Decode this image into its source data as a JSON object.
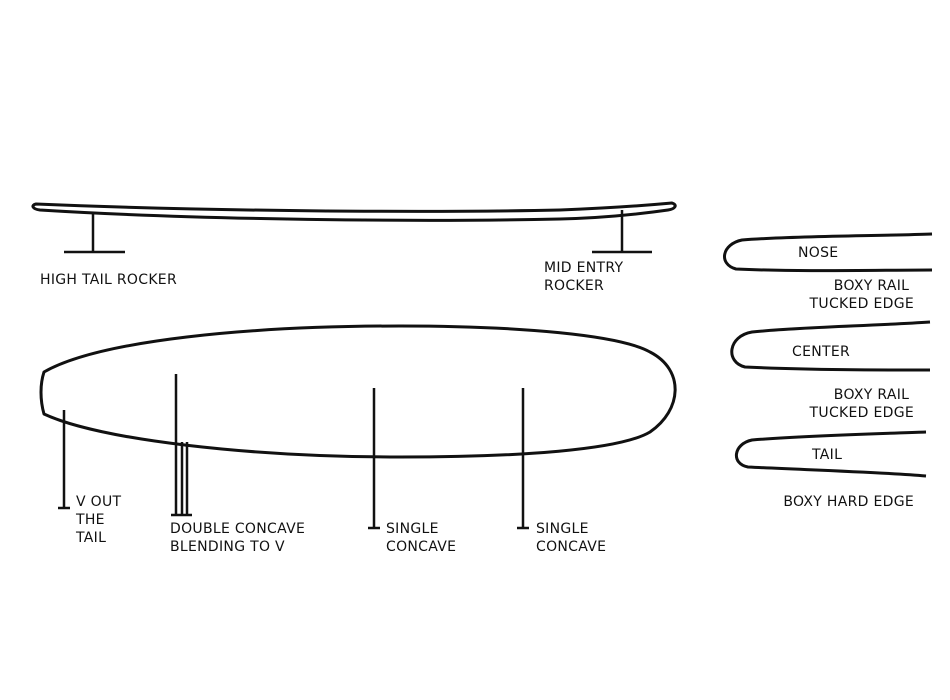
{
  "rocker": {
    "tail_label": "HIGH TAIL ROCKER",
    "nose_label_lines": [
      "MID ENTRY",
      "ROCKER"
    ]
  },
  "bottom": {
    "callouts": [
      {
        "lines": [
          "V OUT",
          "THE",
          "TAIL"
        ]
      },
      {
        "lines": [
          "DOUBLE  CONCAVE",
          "BLENDING TO V"
        ]
      },
      {
        "lines": [
          "SINGLE",
          "CONCAVE"
        ]
      },
      {
        "lines": [
          "SINGLE",
          "CONCAVE"
        ]
      }
    ]
  },
  "rails": [
    {
      "section": "NOSE",
      "description_lines": [
        "BOXY RAIL",
        "TUCKED EDGE"
      ]
    },
    {
      "section": "CENTER",
      "description_lines": [
        "BOXY RAIL",
        "TUCKED EDGE"
      ]
    },
    {
      "section": "TAIL",
      "description_lines": [
        "BOXY HARD EDGE"
      ]
    }
  ],
  "colors": {
    "ink": "#111111",
    "background": "#ffffff"
  }
}
